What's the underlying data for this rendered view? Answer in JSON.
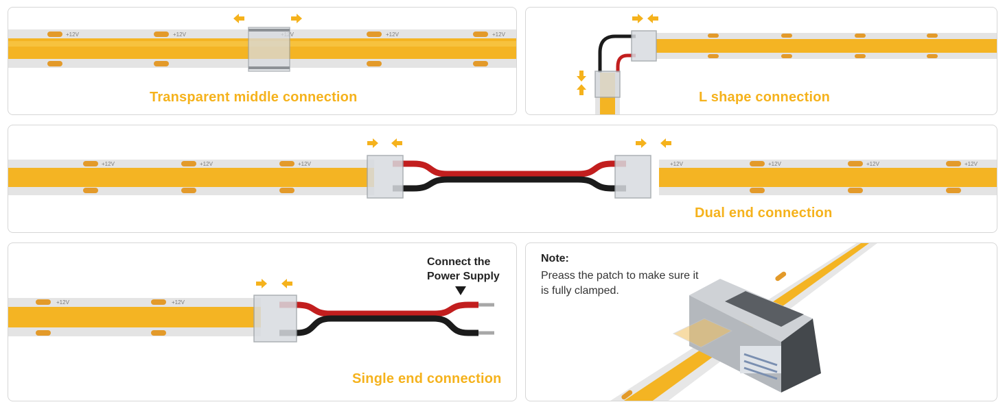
{
  "captions": {
    "transparent_middle": "Transparent middle connection",
    "l_shape": "L shape connection",
    "dual_end": "Dual end connection",
    "single_end": "Single end connection"
  },
  "strip_label": "+12V",
  "power_supply_callout": "Connect the\nPower Supply",
  "note": {
    "title": "Note:",
    "body": "Preass the patch to make sure it is fully clamped."
  },
  "colors": {
    "accent": "#f5b21c",
    "strip_core": "#f4b423",
    "strip_casing": "#e4e4e4",
    "pad": "#e39a2a",
    "wire_red": "#c21e1e",
    "wire_black": "#1b1b1b",
    "connector": "#cfd2d6"
  },
  "icons": [
    "arrow-right-icon",
    "arrow-left-icon",
    "arrow-down-icon",
    "arrow-up-icon",
    "triangle-down-icon"
  ]
}
